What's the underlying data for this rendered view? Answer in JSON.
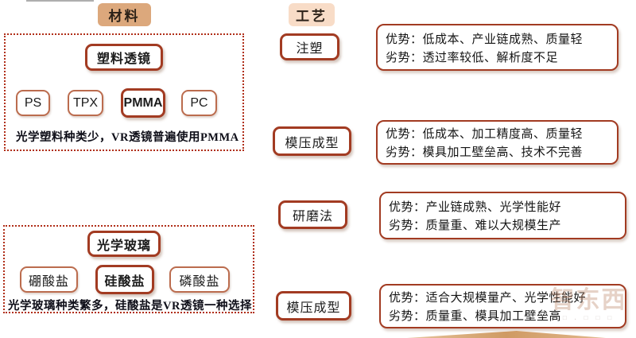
{
  "materials": {
    "label": "材料",
    "plastic": {
      "title": "塑料透镜",
      "items": [
        "PS",
        "TPX",
        "PMMA",
        "PC"
      ],
      "highlight": "PMMA",
      "caption": "光学塑料种类少，VR透镜普遍使用PMMA"
    },
    "glass": {
      "title": "光学玻璃",
      "items": [
        "硼酸盐",
        "硅酸盐",
        "磷酸盐"
      ],
      "highlight": "硅酸盐",
      "caption": "光学玻璃种类繁多，硅酸盐是VR透镜一种选择"
    }
  },
  "process": {
    "label": "工艺",
    "items": [
      "注塑",
      "模压成型",
      "研磨法",
      "模压成型"
    ]
  },
  "comparisons": [
    {
      "advantage": "优势：低成本、产业链成熟、质量轻",
      "disadvantage": "劣势：透过率较低、解析度不足"
    },
    {
      "advantage": "优势：低成本、加工精度高、质量轻",
      "disadvantage": "劣势：模具加工壁垒高、技术不完善"
    },
    {
      "advantage": "优势：产业链成熟、光学性能好",
      "disadvantage": "劣势：质量重、难以大规模生产"
    },
    {
      "advantage": "优势：适合大规模量产、光学性能好",
      "disadvantage": "劣势：质量重、模具加工壁垒高"
    }
  ],
  "colors": {
    "border_dark_red": "#a23b22",
    "border_light_red": "#bb6c4e",
    "dotted_red": "#b02e18",
    "materials_label_bg": "#dca87c",
    "process_label_bg": "#f8dcc7"
  },
  "watermark": {
    "text": "智东西"
  }
}
